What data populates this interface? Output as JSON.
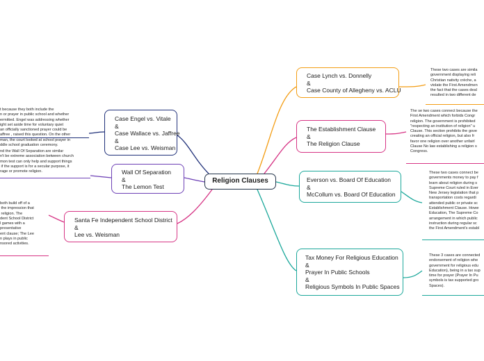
{
  "central": "Religion Clauses",
  "colors": {
    "orange": "#f39c12",
    "magenta": "#d63384",
    "teal": "#1aa79a",
    "navy": "#1e2f78",
    "purple": "#6c3fb5",
    "central_border": "#24344a"
  },
  "right_topics": [
    {
      "label": "Case Lynch vs. Donnelly\n&\nCase County of Allegheny vs. ACLU",
      "note": "These two cases are simila\ngovernment displaying reli\nChristian nativity crèche, a\nviolate the First Amendmen\nthe fact that the cases deal\nresulted in two different de"
    },
    {
      "label": "The Establishment Clause\n&\nThe Religion Clause",
      "note": "The se two cases connect because the\nFirst Amendment which forbids Congr\nreligion. The government is prohibited\n\"respecting an institution of religion\" u\nClause. This section prohibits the gove\ncreating an official religion, but also fr\nfavor one religion over another unfairl\nClause No law establishing a religion s\nCongress."
    },
    {
      "label": "Everson vs. Board Of Education\n&\nMcCollum vs. Board Of Education",
      "note": "These two cases connect be\ngovernments money to pay f\nlearn about religion during s\nSupreme Court ruled in Ever\nNew Jersey legislation that p\ntransportation costs regardi\nattended public or private sc\nEstablishment Clause. Howe\nEducation, The Supreme Co\narrangement in which public\ninstruction during regular sc\nthe First Amendment's establ"
    },
    {
      "label": "Tax Money For Religious Education\n&\nPrayer In Public Schools\n&\nReligious Symbols In Public Spaces",
      "note": "These 3 cases are connected\nendorsement of religion whe\ngovernment for religious edu\nEducation), being in a tax sup\ntime for prayer (Prayer In Pu\nsymbols is tax supported gro\nSpaces)."
    }
  ],
  "left_topics": [
    {
      "label": "Case Engel vs. Vitale\n&\nCase Wallace vs. Jaffree\n&\nCase Lee vs. Weisman",
      "note": "t because they both include the\nn or prayer in public school and whether\nermitted. Engel was addressing whether\night set aside time for voluntary quiet\nan officially sanctioned prayer could be\naffree , raised this question. On the other\nman, the court looked at school prayer in\nddle school graduation ceremony."
    },
    {
      "label": "Wall Of Separation\n&\nThe Lemon Test",
      "note": "nd the Wall Of Separation are similar\nn't be extreme association between church\nmon test can only help and support things\n if the support is for a secular purpose, it\nrage or promote religion."
    },
    {
      "label": "Santa Fe Independent School District\n&\nLee vs. Weisman",
      "note": "both build off of a\n the impression that\n religion. The\ndent School District\nl games with a\npresentative\nent clause; The Lee\nn plays in public\nnsored activities."
    }
  ]
}
